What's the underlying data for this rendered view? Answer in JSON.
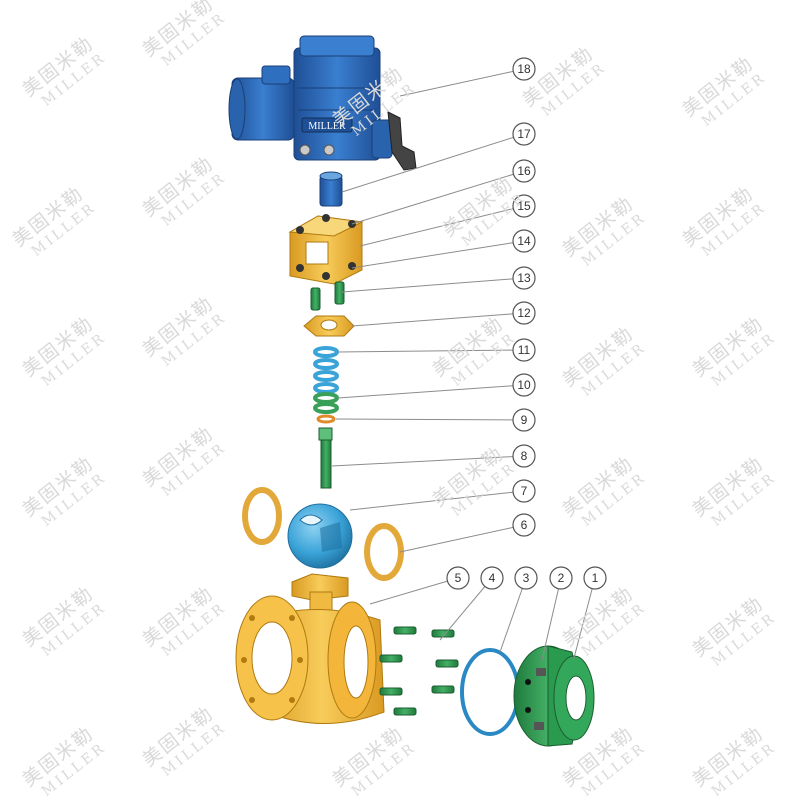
{
  "watermark": {
    "chinese": "美固米勒",
    "english": "MILLER"
  },
  "actuator": {
    "brand_plate": "MILLER"
  },
  "callouts": [
    {
      "number": "1"
    },
    {
      "number": "2"
    },
    {
      "number": "3"
    },
    {
      "number": "4"
    },
    {
      "number": "5"
    },
    {
      "number": "6"
    },
    {
      "number": "7"
    },
    {
      "number": "8"
    },
    {
      "number": "9"
    },
    {
      "number": "10"
    },
    {
      "number": "11"
    },
    {
      "number": "12"
    },
    {
      "number": "13"
    },
    {
      "number": "14"
    },
    {
      "number": "15"
    },
    {
      "number": "16"
    },
    {
      "number": "17"
    },
    {
      "number": "18"
    }
  ],
  "colors": {
    "actuator_blue": "#2f6fc0",
    "bracket_yellow": "#f3b63a",
    "body_yellow": "#f6c24a",
    "stem_green": "#39a05a",
    "ball_blue": "#3aa3d8",
    "seat_ring": "#e3a83a",
    "gasket_blue": "#2a89c4",
    "flange_green": "#2ea152",
    "leader_line": "#8c8c8c"
  }
}
